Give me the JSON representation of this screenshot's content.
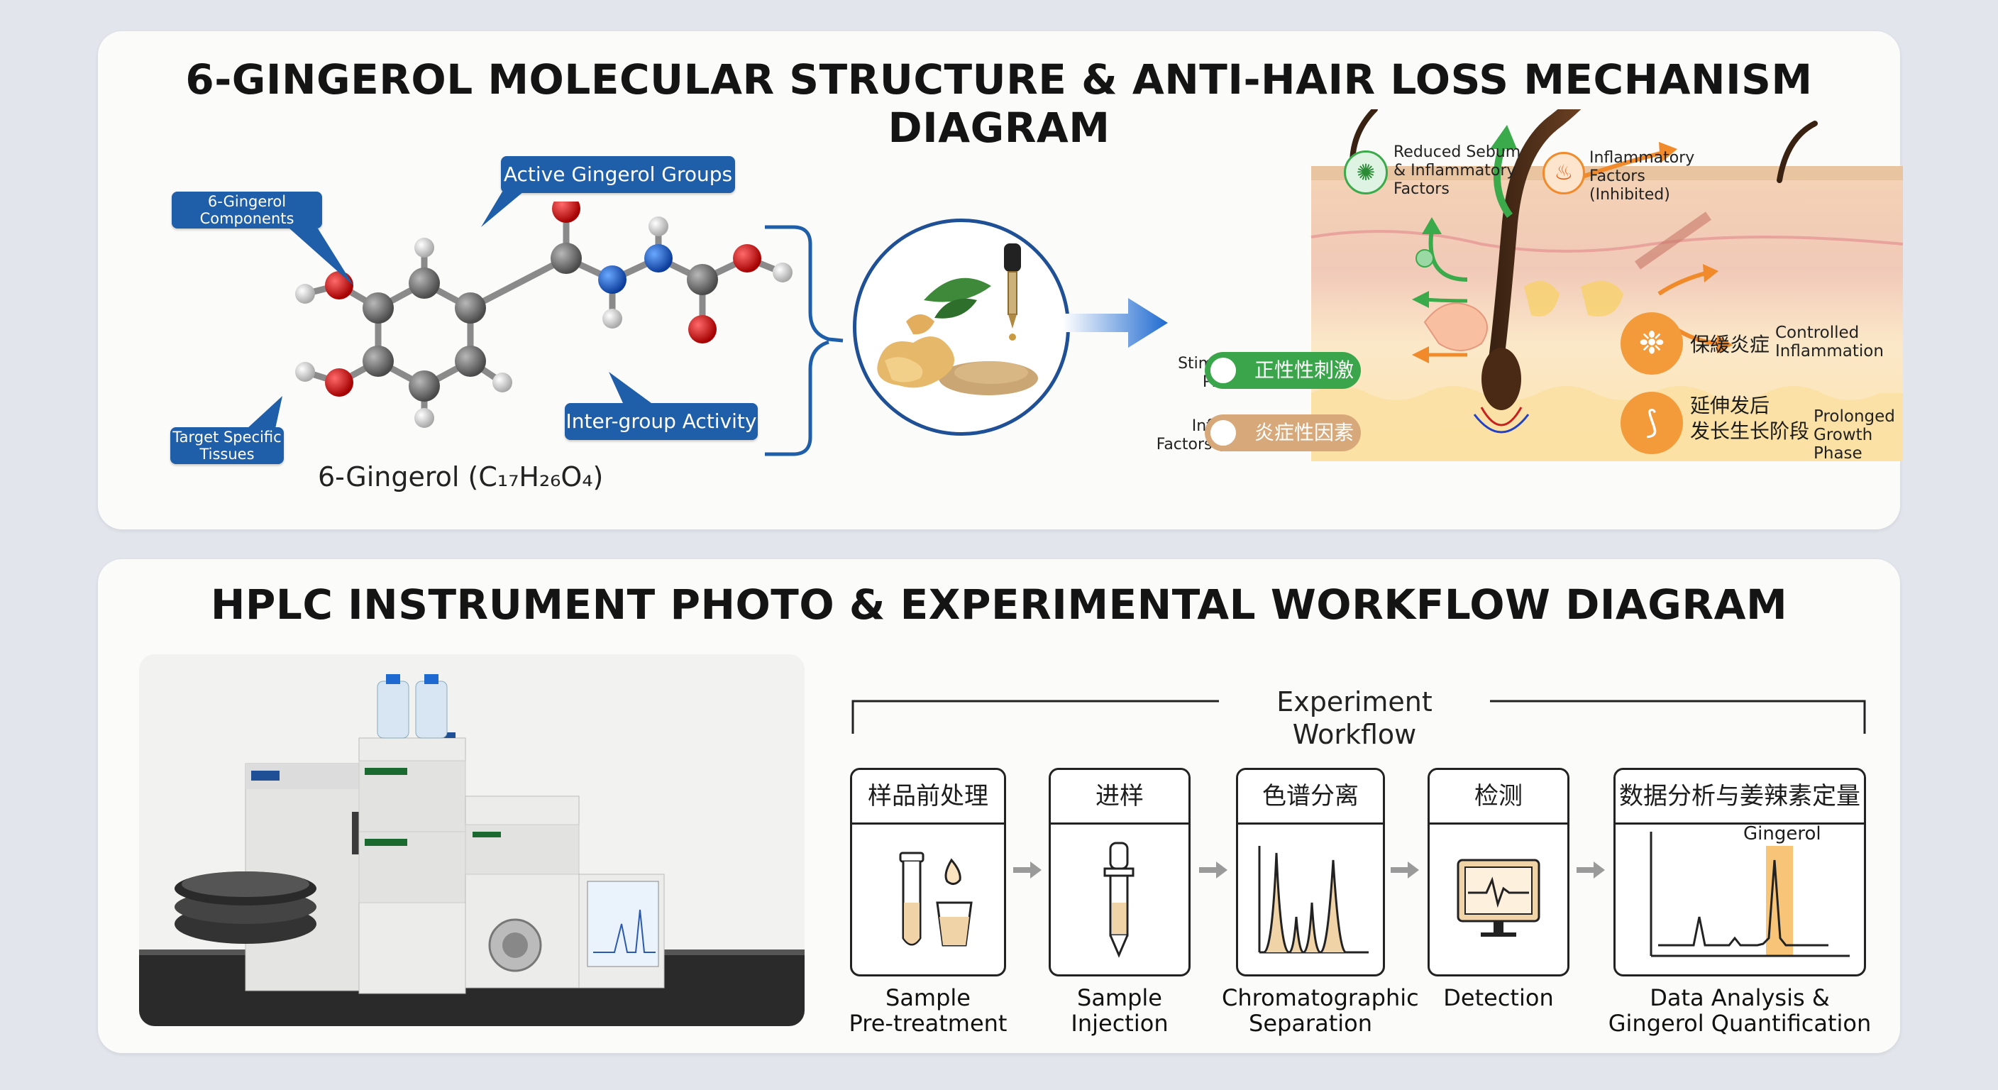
{
  "panel1": {
    "title": "6-GINGEROL MOLECULAR STRUCTURE & ANTI-HAIR LOSS MECHANISM DIAGRAM",
    "callouts": {
      "components_line1": "6-Gingerol",
      "components_line2": "Components",
      "active_groups": "Active Gingerol Groups",
      "intergroup": "Inter-group Activity",
      "target_line1": "Target Specific",
      "target_line2": "Tissues"
    },
    "molecule_label": "6-Gingerol (C₁₇H₂₆O₄)",
    "mechanism": {
      "reduced_sebum_line1": "Reduced Sebum",
      "reduced_sebum_line2": "& Inflammatory",
      "reduced_sebum_line3": "Factors",
      "inhibited_line1": "Inflammatory",
      "inhibited_line2": "Factors",
      "inhibited_line3": "(Inhibited)",
      "stimulated_line1": "Stimulated Cell",
      "stimulated_line2": "Proliferation",
      "stimulated_pill": "正性性刺激",
      "inflammatory_line1": "Inflammatory",
      "inflammatory_line2": "Factors (Reduced)",
      "inflammatory_pill": "炎症性因素",
      "controlled_cn": "保緩炎症",
      "controlled_line1": "Controlled",
      "controlled_line2": "Inflammation",
      "prolonged_cn_line1": "延伸发后",
      "prolonged_cn_line2": "发长生长阶段",
      "prolonged_line1": "Prolonged",
      "prolonged_line2": "Growth",
      "prolonged_line3": "Phase"
    }
  },
  "panel2": {
    "title": "HPLC INSTRUMENT PHOTO & EXPERIMENTAL WORKFLOW DIAGRAM",
    "workflow_title": "Experiment Workflow",
    "steps": [
      {
        "cn": "样品前处理",
        "en_line1": "Sample",
        "en_line2": "Pre-treatment"
      },
      {
        "cn": "进样",
        "en_line1": "Sample Injection",
        "en_line2": ""
      },
      {
        "cn": "色谱分离",
        "en_line1": "Chromatographic",
        "en_line2": "Separation"
      },
      {
        "cn": "检测",
        "en_line1": "Detection",
        "en_line2": ""
      },
      {
        "cn": "数据分析与姜辣素定量",
        "en_line1": "Data Analysis &",
        "en_line2": "Gingerol Quantification"
      }
    ],
    "peak_label": "Gingerol"
  },
  "colors": {
    "callout_blue": "#1f5ea8",
    "arrow_green": "#3aaa4a",
    "arrow_orange": "#f08a2a",
    "highlight_orange": "#f5b04a"
  },
  "icons": [
    "droplet-icon",
    "flame-icon",
    "virus-icon",
    "hair-follicle-icon",
    "test-tube-icon",
    "dropper-icon",
    "monitor-icon"
  ]
}
